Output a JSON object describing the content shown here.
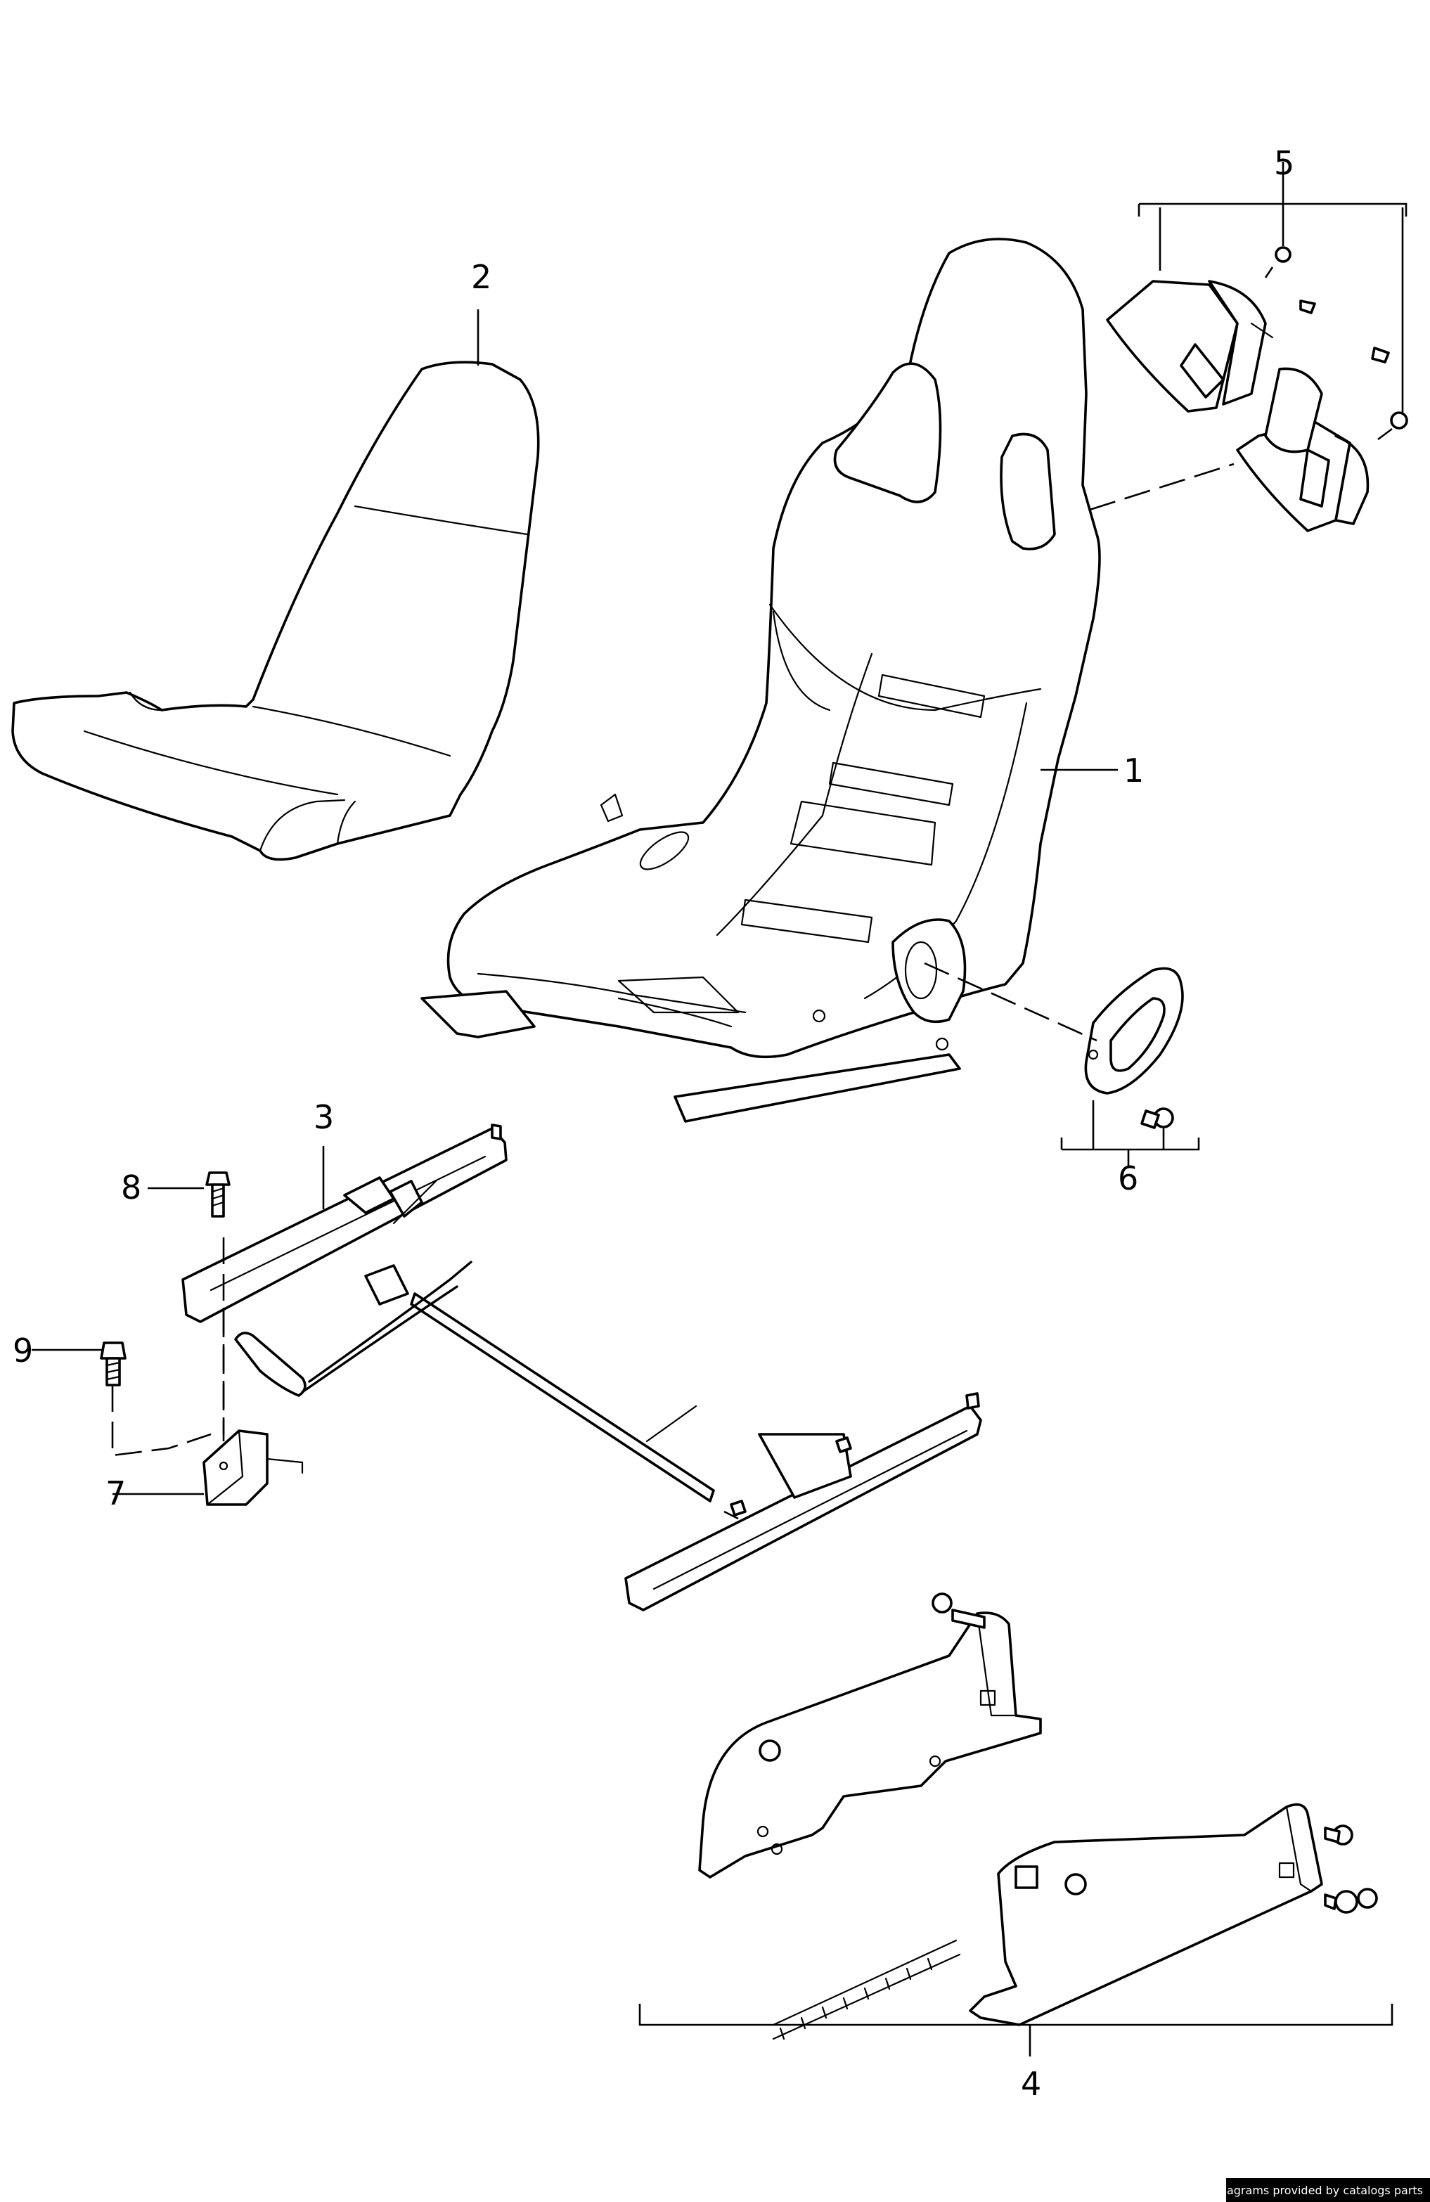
{
  "callouts": [
    "1",
    "2",
    "3",
    "4",
    "5",
    "6",
    "7",
    "8",
    "9"
  ],
  "footer": {
    "credit": "Diagrams provided by catalogs parts"
  }
}
